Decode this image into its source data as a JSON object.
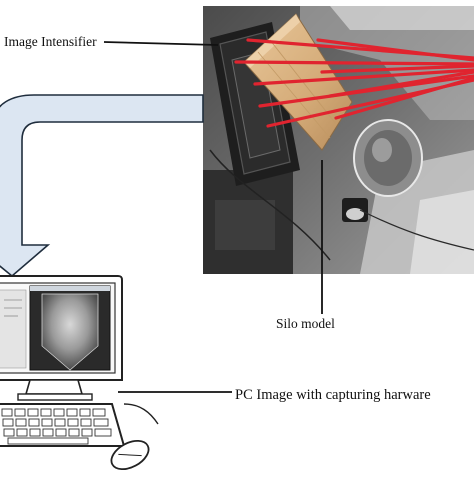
{
  "labels": {
    "image_intensifier": "Image Intensifier",
    "silo_model": "Silo model",
    "pc_capture": "PC Image with capturing harware"
  },
  "colors": {
    "leader_line": "#111111",
    "arrow_fill": "#dce6f2",
    "arrow_stroke": "#1f2d3d",
    "laser_beam": "#e0242f",
    "silo_box": "#d9b487",
    "monitor_stroke": "#222222",
    "xray_screen": "#3c3c3c"
  },
  "icons": {
    "photo": "experimental-setup-photo",
    "arrow": "curved-flow-arrow",
    "computer": "desktop-computer-icon",
    "keyboard": "keyboard-icon",
    "mouse": "mouse-icon"
  }
}
